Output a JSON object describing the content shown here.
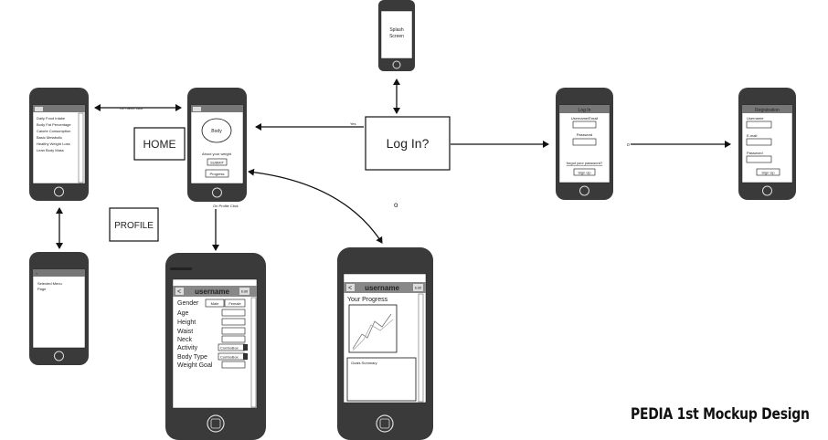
{
  "labels": {
    "home": "HOME",
    "profile": "PROFILE",
    "login_prompt": "Log In?",
    "edge_yes": "Yes",
    "edge_menu": "On menu click",
    "edge_profile": "On Profile Click",
    "small_o": "o",
    "credit": "PEDIA 1st Mockup Design"
  },
  "splash": {
    "line1": "Splash",
    "line2": "Screen"
  },
  "menu_screen": {
    "items": [
      "Daily Food Intake",
      "Body Fat Percentage",
      "Calorie Consumption",
      "Basic Metabolic",
      "Healthy Weight Loss",
      "Lean Body Mass"
    ]
  },
  "selected_screen": {
    "title": "Selected Menu",
    "sub": "Page"
  },
  "home_screen": {
    "body_label": "Body",
    "about": "About your weight",
    "submit": "SUBMIT",
    "progress": "Progress"
  },
  "login_screen": {
    "title": "Log In",
    "username": "Username/Email",
    "password": "Password",
    "forgot": "forgot your password?",
    "signup": "Sign Up"
  },
  "registration_screen": {
    "title": "Registration",
    "username": "Username",
    "email": "E-mail",
    "password": "Password",
    "signup": "Sign Up"
  },
  "profile_screen": {
    "header": "username",
    "edit": "Edit",
    "fields": [
      "Gender",
      "Age",
      "Height",
      "Waist",
      "Neck",
      "Activity",
      "Body Type",
      "Weight Goal"
    ],
    "male": "Male",
    "female": "Female",
    "combo": "ComboBox"
  },
  "progress_screen": {
    "header": "username",
    "edit": "Edit",
    "title": "Your Progress",
    "summary": "Goals Summary"
  }
}
